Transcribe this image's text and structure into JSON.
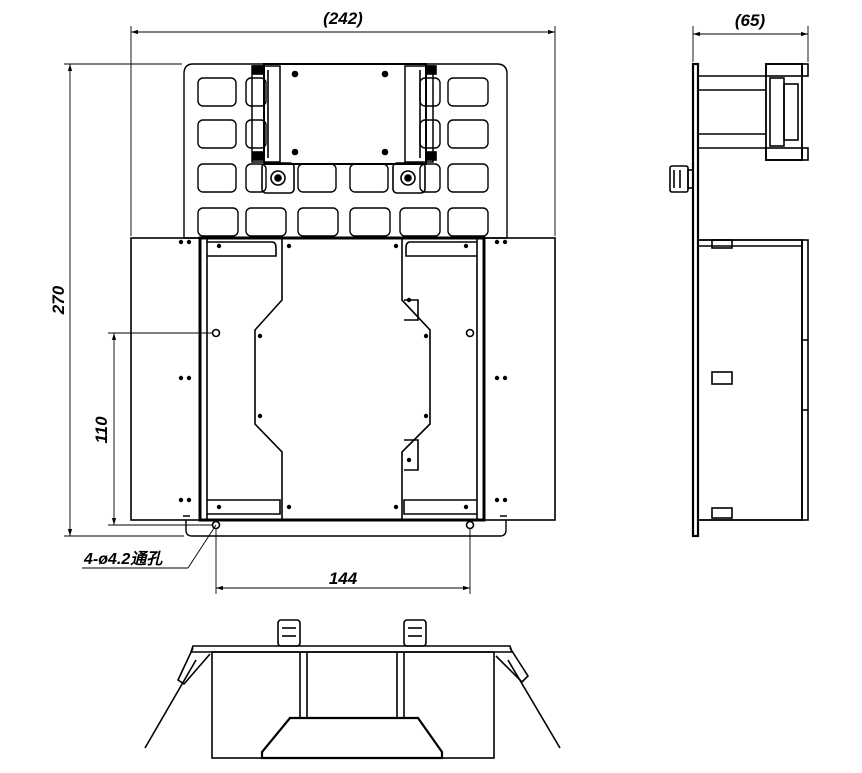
{
  "dimensions": {
    "overall_width": "(242)",
    "depth": "(65)",
    "overall_height": "270",
    "mount_hole_height": "110",
    "mount_hole_width": "144",
    "hole_note": "4-ø4.2通孔"
  },
  "colors": {
    "line": "#000000",
    "background": "#ffffff"
  }
}
